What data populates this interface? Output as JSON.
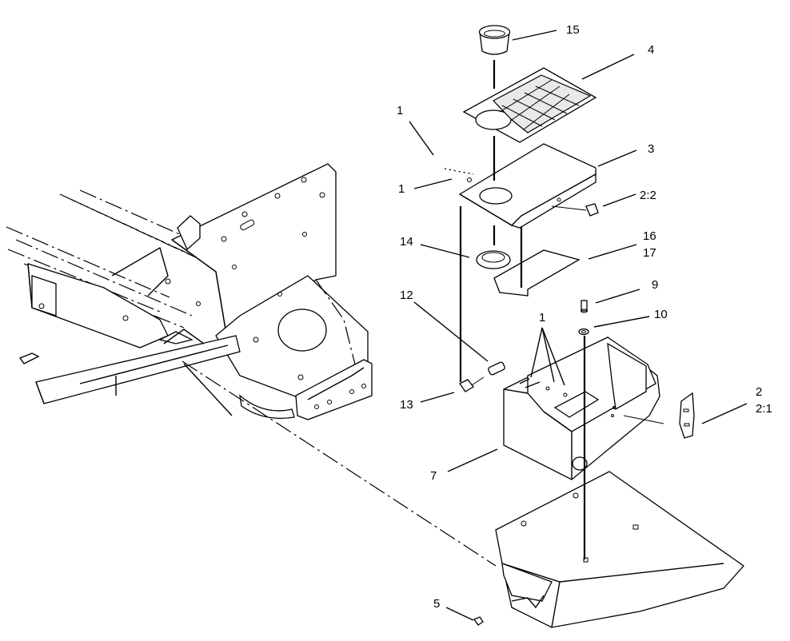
{
  "callouts": [
    {
      "id": "c15",
      "text": "15"
    },
    {
      "id": "c4",
      "text": "4"
    },
    {
      "id": "c1a",
      "text": "1"
    },
    {
      "id": "c3",
      "text": "3"
    },
    {
      "id": "c1b",
      "text": "1"
    },
    {
      "id": "c2_2",
      "text": "2:2"
    },
    {
      "id": "c14",
      "text": "14"
    },
    {
      "id": "c16",
      "text": "16"
    },
    {
      "id": "c17",
      "text": "17"
    },
    {
      "id": "c9",
      "text": "9"
    },
    {
      "id": "c12",
      "text": "12"
    },
    {
      "id": "c10",
      "text": "10"
    },
    {
      "id": "c1c",
      "text": "1"
    },
    {
      "id": "c2",
      "text": "2"
    },
    {
      "id": "c2_1",
      "text": "2:1"
    },
    {
      "id": "c13",
      "text": "13"
    },
    {
      "id": "c7",
      "text": "7"
    },
    {
      "id": "c5",
      "text": "5"
    }
  ]
}
